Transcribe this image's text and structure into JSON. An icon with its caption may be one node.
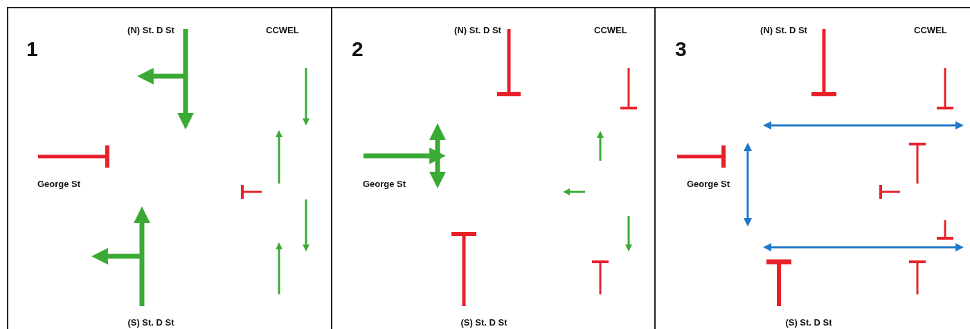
{
  "diagram": {
    "nodes": [
      {
        "text": [
          "1",
          "(N) St. D St",
          "CCWEL",
          "George St",
          "(S) St. D St"
        ]
      },
      {
        "text": [
          "2",
          "(N) St. D St",
          "CCWEL",
          "George St",
          "(S) St. D St"
        ]
      },
      {
        "text": [
          "3",
          "(N) St. D St",
          "CCWEL",
          "George St",
          "(S) St. D St"
        ]
      }
    ],
    "edges": []
  }
}
